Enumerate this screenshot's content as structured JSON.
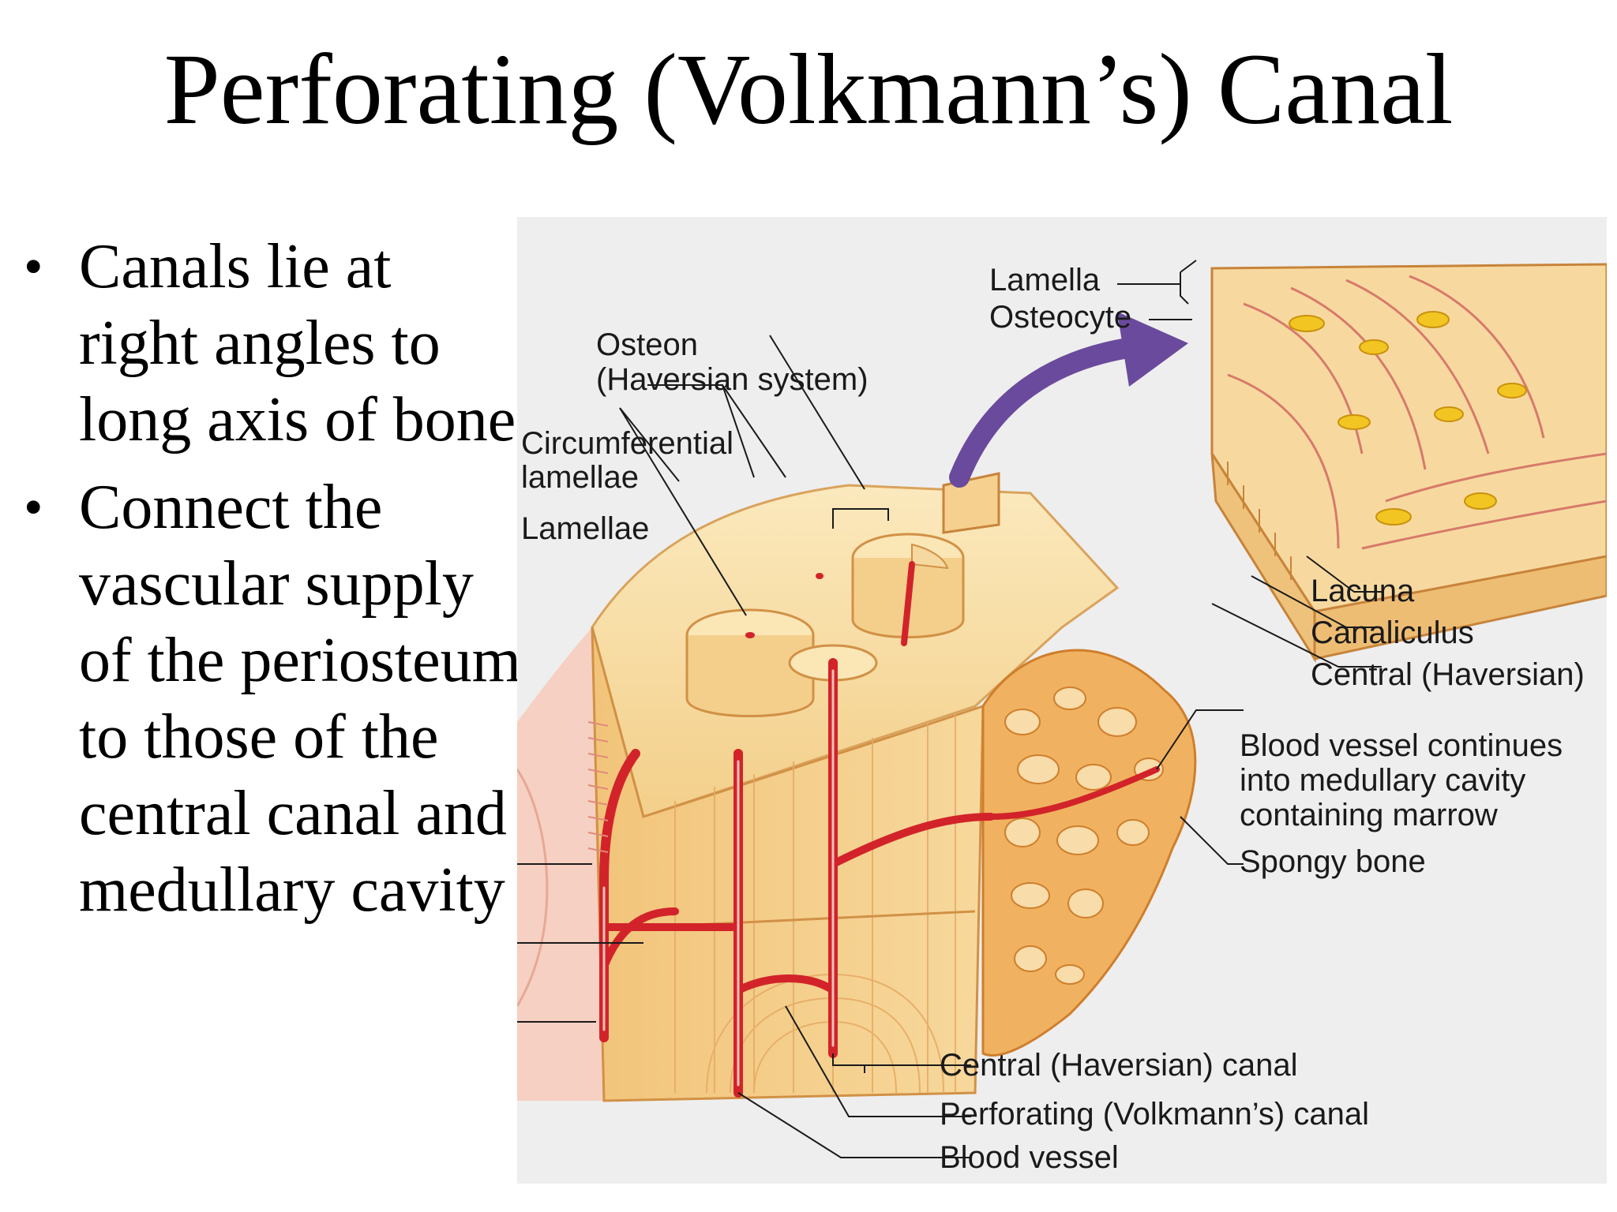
{
  "title": "Perforating (Volkmann’s) Canal",
  "bullets": [
    "Canals lie at right angles to long axis of bone",
    "Connect the vascular supply of the periosteum to those of the central canal and medullary cavity"
  ],
  "figure_labels": {
    "lamella": "Lamella",
    "osteocyte": "Osteocyte",
    "osteon_line1": "Osteon",
    "osteon_line2": "(Haversian system)",
    "circumferential_line1": "Circumferential",
    "circumferential_line2": "lamellae",
    "lamellae": "Lamellae",
    "lacuna": "Lacuna",
    "canaliculus": "Canaliculus",
    "central_haversian": "Central (Haversian)",
    "blood_vessel_continues_line1": "Blood vessel continues",
    "blood_vessel_continues_line2": "into medullary cavity",
    "blood_vessel_continues_line3": "containing marrow",
    "spongy_bone": "Spongy bone",
    "central_canal": "Central (Haversian) canal",
    "perforating_canal": "Perforating (Volkmann’s) canal",
    "blood_vessel": "Blood vessel"
  },
  "colors": {
    "bone_light": "#f8dfa5",
    "bone_mid": "#f0c477",
    "bone_dark": "#d99a4a",
    "vessel": "#d2232a",
    "arrow": "#6a4a9c",
    "osteocyte": "#f2c522",
    "figure_bg": "#eeeeee"
  }
}
